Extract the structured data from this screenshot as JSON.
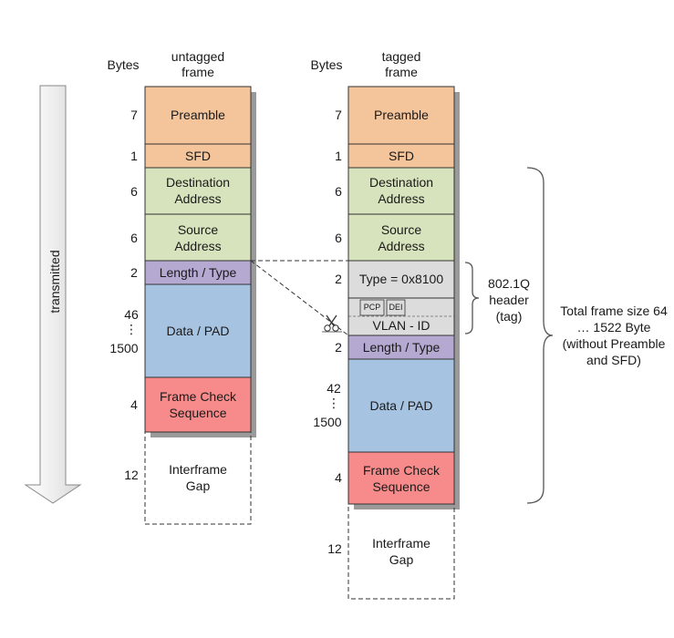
{
  "headers": {
    "bytes_left": "Bytes",
    "bytes_right": "Bytes",
    "untagged": "untagged frame",
    "tagged": "tagged frame"
  },
  "arrow_label": "transmitted",
  "untagged": [
    {
      "label": "Preamble",
      "bytes": "7",
      "color": "#f4c49b"
    },
    {
      "label": "SFD",
      "bytes": "1",
      "color": "#f4c49b"
    },
    {
      "label": "Destination Address",
      "bytes": "6",
      "color": "#d7e3bc"
    },
    {
      "label": "Source Address",
      "bytes": "6",
      "color": "#d7e3bc"
    },
    {
      "label": "Length / Type",
      "bytes": "2",
      "color": "#b5a9d1"
    },
    {
      "label": "Data / PAD",
      "bytes_top": "46",
      "bytes_dots": "⋮",
      "bytes_bottom": "1500",
      "color": "#a6c4e2"
    },
    {
      "label": "Frame Check Sequence",
      "bytes": "4",
      "color": "#f78b8b"
    },
    {
      "label": "Interframe Gap",
      "bytes": "12",
      "color": "#ffffff"
    }
  ],
  "tagged": [
    {
      "label": "Preamble",
      "bytes": "7",
      "color": "#f4c49b"
    },
    {
      "label": "SFD",
      "bytes": "1",
      "color": "#f4c49b"
    },
    {
      "label": "Destination Address",
      "bytes": "6",
      "color": "#d7e3bc"
    },
    {
      "label": "Source Address",
      "bytes": "6",
      "color": "#d7e3bc"
    },
    {
      "label": "Type = 0x8100",
      "bytes": "2",
      "color": "#dcdcdc"
    },
    {
      "label": "VLAN - ID",
      "pcp": "PCP",
      "dei": "DEI",
      "color": "#dcdcdc"
    },
    {
      "label": "Length / Type",
      "bytes": "2",
      "color": "#b5a9d1"
    },
    {
      "label": "Data / PAD",
      "bytes_top": "42",
      "bytes_dots": "⋮",
      "bytes_bottom": "1500",
      "color": "#a6c4e2"
    },
    {
      "label": "Frame Check Sequence",
      "bytes": "4",
      "color": "#f78b8b"
    },
    {
      "label": "Interframe Gap",
      "bytes": "12",
      "color": "#ffffff"
    }
  ],
  "tag_note": "802.1Q header (tag)",
  "total_note": "Total frame size 64 … 1522 Byte (without Preamble and SFD)"
}
